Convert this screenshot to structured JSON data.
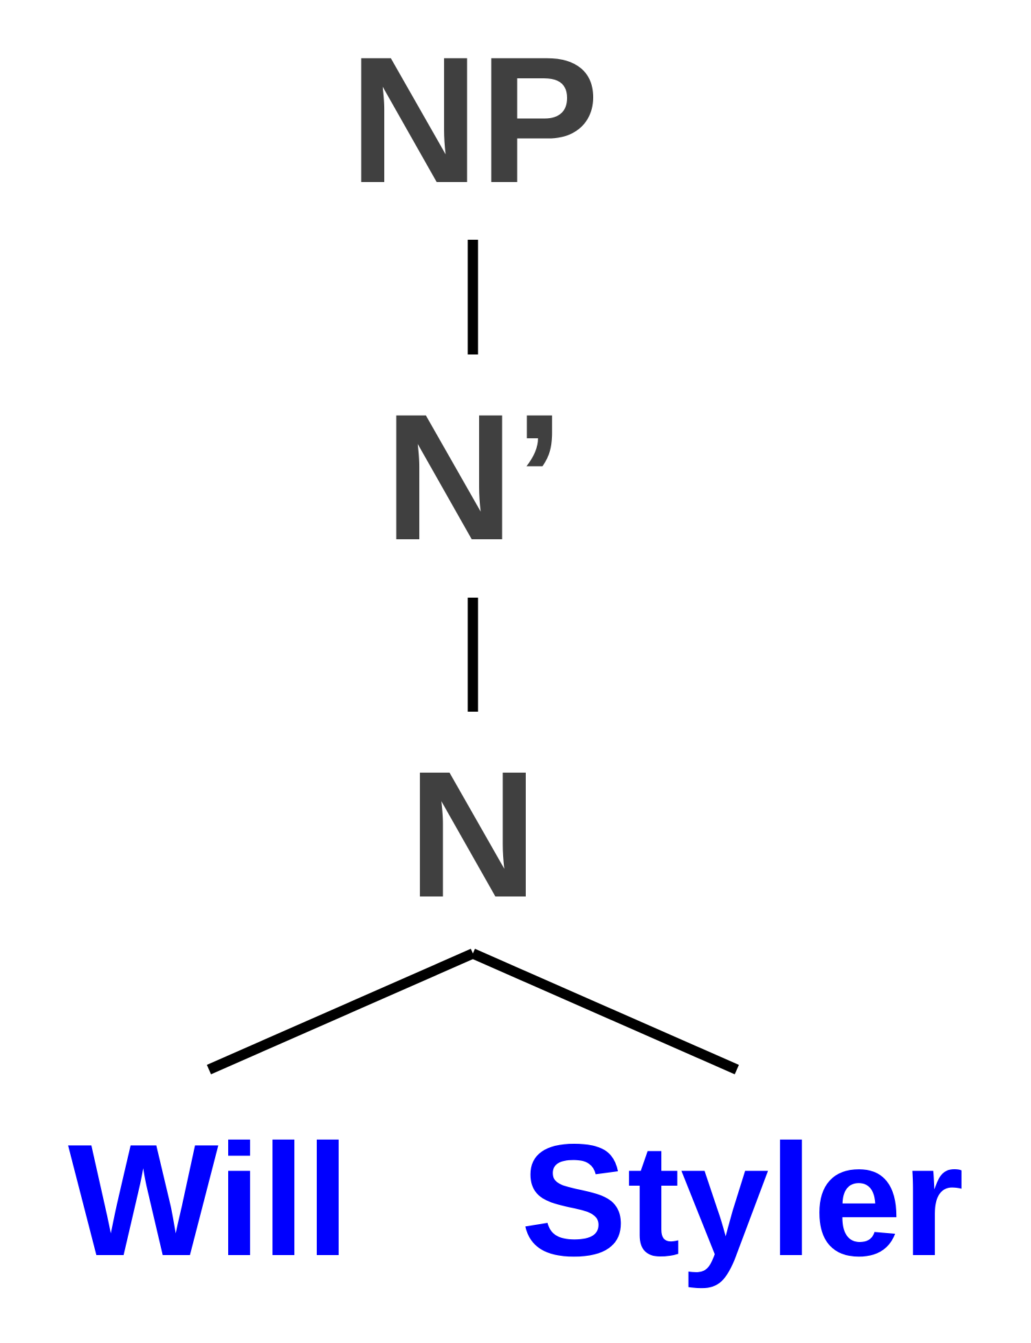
{
  "colors": {
    "node": "#404040",
    "leaf": "#0000ff",
    "branch": "#000000"
  },
  "tree": {
    "root": {
      "label": "NP"
    },
    "bar": {
      "label": "N’"
    },
    "head": {
      "label": "N"
    },
    "leaves": [
      {
        "label": "Will"
      },
      {
        "label": "Styler"
      }
    ]
  }
}
